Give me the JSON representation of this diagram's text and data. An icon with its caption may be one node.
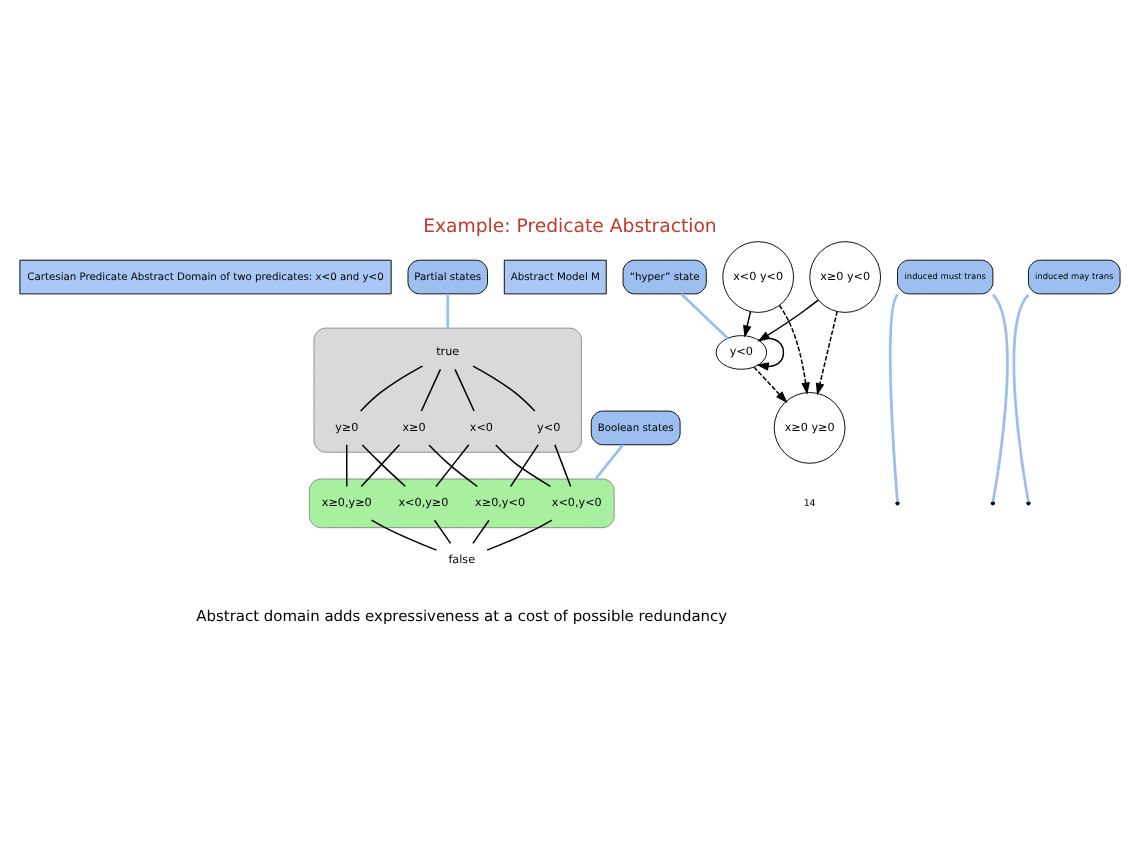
{
  "diagram": {
    "title": "Example: Predicate Abstraction",
    "caption": "Abstract domain adds expressiveness at a cost of possible redundancy",
    "nodes": [
      {
        "text": [
          "Cartesian Predicate Abstract Domain of two predicates: x<0 and y<0"
        ]
      },
      {
        "text": [
          "Partial states"
        ]
      },
      {
        "text": [],
        "shape": "box"
      },
      {
        "text": [
          "true"
        ],
        "in": 2
      },
      {
        "text": [
          "x<0"
        ],
        "in": 2
      },
      {
        "text": [
          "y<0"
        ],
        "in": 2
      },
      {
        "text": [
          "y≥0"
        ],
        "in": 2
      },
      {
        "text": [
          "x≥0"
        ],
        "in": 2
      },
      {
        "text": [],
        "shape": "box"
      },
      {
        "text": [
          "x<0,y<0"
        ],
        "in": 8
      },
      {
        "text": [
          "x<0,y≥0"
        ],
        "in": 8
      },
      {
        "text": [
          "x≥0,y<0"
        ],
        "in": 8
      },
      {
        "text": [
          "x≥0,y≥0"
        ],
        "in": 8
      },
      {
        "text": [
          "Boolean states"
        ]
      },
      {
        "text": [
          "false"
        ]
      },
      {
        "text": [
          "Abstract Model M"
        ]
      },
      {
        "text": [
          "y<0"
        ]
      },
      {
        "text": [
          "“hyper” state"
        ]
      },
      {
        "text": [
          "induced must trans"
        ]
      },
      {
        "text": [
          "x≥0 y<0"
        ]
      },
      {
        "text": [
          "x<0 y<0"
        ]
      },
      {
        "text": [
          "induced may trans"
        ]
      },
      {
        "text": [
          "x≥0 y≥0"
        ]
      }
    ],
    "edges": [
      {
        "from": 3,
        "to": 4,
        "arrow": "none"
      },
      {
        "from": 3,
        "to": 5,
        "arrow": "none"
      },
      {
        "from": 3,
        "to": 6,
        "arrow": "none"
      },
      {
        "from": 3,
        "to": 7,
        "arrow": "none"
      },
      {
        "from": 4,
        "to": 9,
        "arrow": "none"
      },
      {
        "from": 4,
        "to": 10,
        "arrow": "none"
      },
      {
        "from": 5,
        "to": 9,
        "arrow": "none"
      },
      {
        "from": 5,
        "to": 11,
        "arrow": "none"
      },
      {
        "from": 6,
        "to": 10,
        "arrow": "none"
      },
      {
        "from": 6,
        "to": 12,
        "arrow": "none"
      },
      {
        "from": 7,
        "to": 11,
        "arrow": "none"
      },
      {
        "from": 7,
        "to": 12,
        "arrow": "none"
      },
      {
        "from": 9,
        "to": 14,
        "arrow": "none"
      },
      {
        "from": 10,
        "to": 14,
        "arrow": "none"
      },
      {
        "from": 11,
        "to": 14,
        "arrow": "none"
      },
      {
        "from": 12,
        "to": 14,
        "arrow": "none"
      },
      {
        "from": 1,
        "to": 2,
        "arrow": "none",
        "color": "#9dbff0"
      },
      {
        "from": 13,
        "to": 8,
        "arrow": "none",
        "color": "#9dbff0"
      },
      {
        "from": 16,
        "to": 16,
        "arrow": "to"
      },
      {
        "from": 19,
        "to": 16,
        "arrow": "to"
      },
      {
        "from": 20,
        "to": 16,
        "arrow": "to"
      },
      {
        "from": 16,
        "to": 22,
        "arrow": "to",
        "style": "dashed"
      },
      {
        "from": 19,
        "to": 22,
        "arrow": "to",
        "style": "dashed"
      },
      {
        "from": 20,
        "to": 22,
        "arrow": "to",
        "style": "dashed"
      },
      {
        "from": 17,
        "to": 16,
        "arrow": "none",
        "color": "#9dbff0"
      },
      {
        "from": 18,
        "to": null,
        "arrow": "none",
        "color": "#9dbff0"
      },
      {
        "from": 18,
        "to": null,
        "arrow": "none",
        "color": "#9dbff0"
      },
      {
        "from": 21,
        "to": null,
        "arrow": "none",
        "color": "#9dbff0"
      }
    ],
    "labels": [
      "14"
    ]
  }
}
